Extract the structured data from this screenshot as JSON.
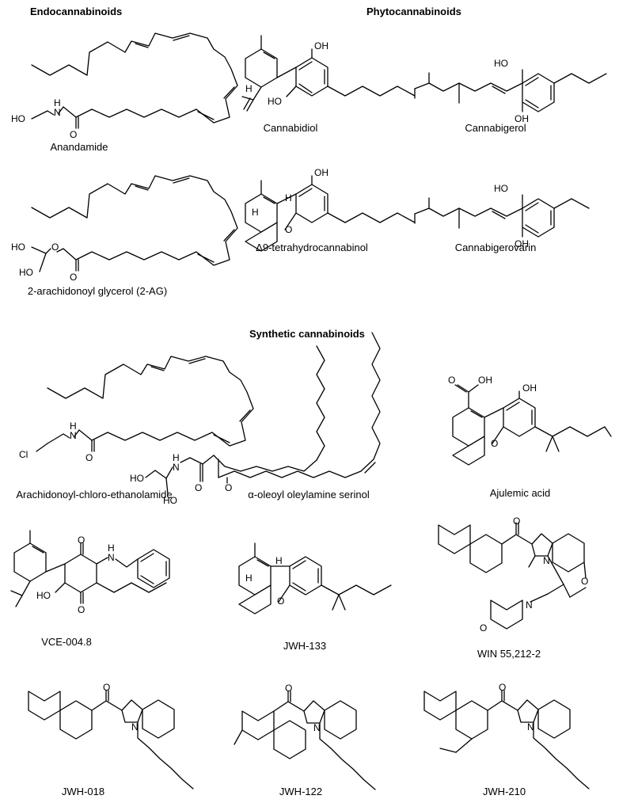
{
  "sections": {
    "endo": "Endocannabinoids",
    "phyto": "Phytocannabinoids",
    "synthetic": "Synthetic cannabinoids"
  },
  "compounds": [
    {
      "name": "Anandamide"
    },
    {
      "name": "2-arachidonoyl glycerol (2-AG)"
    },
    {
      "name": "Cannabidiol"
    },
    {
      "name": "Cannabigerol"
    },
    {
      "name": "Δ9-tetrahydrocannabinol"
    },
    {
      "name": "Cannabigerovarin"
    },
    {
      "name": "Arachidonoyl-chloro-ethanolamide"
    },
    {
      "name": "α-oleoyl oleylamine serinol"
    },
    {
      "name": "Ajulemic acid"
    },
    {
      "name": "VCE-004.8"
    },
    {
      "name": "JWH-133"
    },
    {
      "name": "WIN 55,212-2"
    },
    {
      "name": "JWH-018"
    },
    {
      "name": "JWH-122"
    },
    {
      "name": "JWH-210"
    }
  ],
  "atoms": {
    "oh": "OH",
    "ho": "HO",
    "n": "N",
    "h": "H",
    "o": "O",
    "cl": "Cl"
  }
}
